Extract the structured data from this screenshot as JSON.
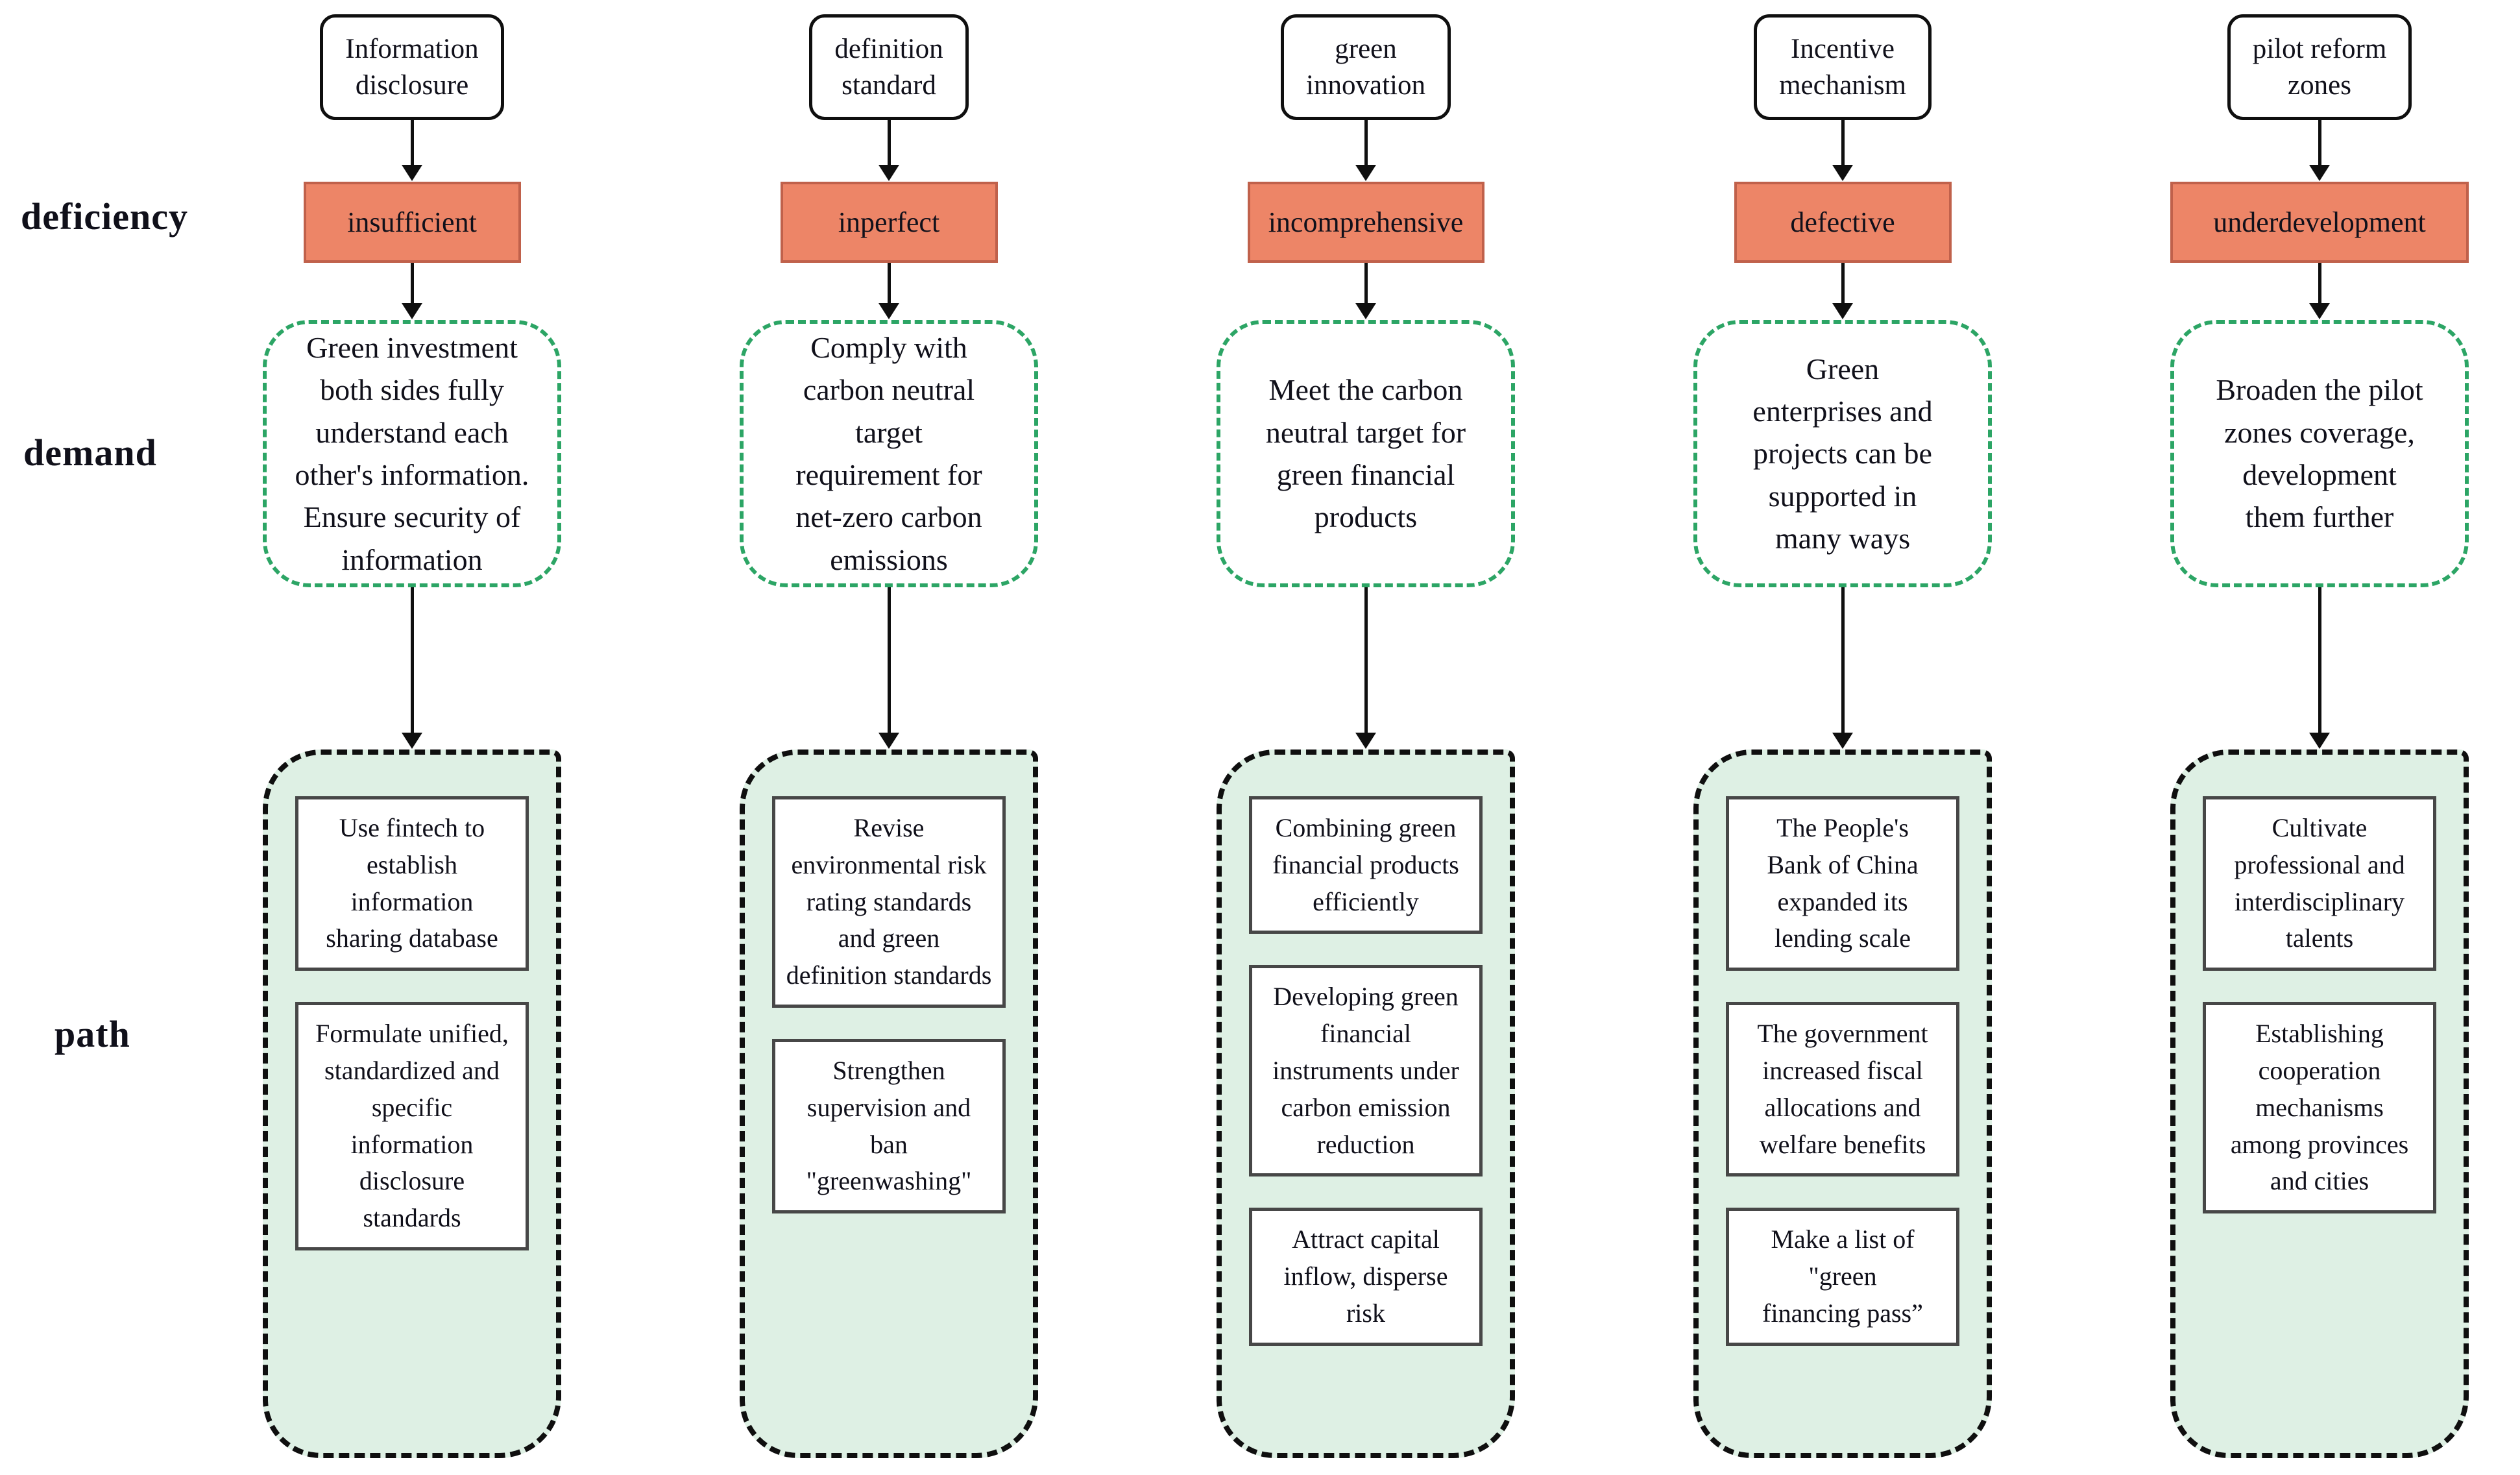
{
  "row_labels": {
    "deficiency": "deficiency",
    "demand": "demand",
    "path": "path"
  },
  "colors": {
    "deficiency_fill": "#ed8567",
    "deficiency_border": "#c0614b",
    "demand_dash_green": "#2ca565",
    "path_fill_mint": "#def0e4",
    "path_dash_black": "#0f0f0f",
    "text": "#10101a"
  },
  "columns": [
    {
      "topic": "Information\ndisclosure",
      "deficiency": "insufficient",
      "demand": "Green investment\nboth sides fully\nunderstand each\nother's information.\nEnsure security of\ninformation",
      "paths": [
        "Use fintech to\nestablish\ninformation\nsharing database",
        "Formulate unified,\nstandardized and\nspecific\ninformation\ndisclosure\nstandards"
      ]
    },
    {
      "topic": "definition\nstandard",
      "deficiency": "inperfect",
      "demand": "Comply with\ncarbon neutral\ntarget\nrequirement for\nnet-zero carbon\nemissions",
      "paths": [
        "Revise\nenvironmental risk\nrating standards\nand green\ndefinition standards",
        "Strengthen\nsupervision and\nban\n\"greenwashing\""
      ]
    },
    {
      "topic": "green\ninnovation",
      "deficiency": "incomprehensive",
      "demand": "Meet the carbon\nneutral target for\ngreen financial\nproducts",
      "paths": [
        "Combining green\nfinancial products\nefficiently",
        "Developing green\nfinancial\ninstruments under\ncarbon emission\nreduction",
        "Attract capital\ninflow, disperse\nrisk"
      ]
    },
    {
      "topic": "Incentive\nmechanism",
      "deficiency": "defective",
      "demand": "Green\nenterprises and\nprojects can be\nsupported in\nmany ways",
      "paths": [
        "The People's\nBank of China\nexpanded its\nlending scale",
        "The government\nincreased fiscal\nallocations and\nwelfare benefits",
        "Make a list of\n\"green\nfinancing pass”"
      ]
    },
    {
      "topic": "pilot reform\nzones",
      "deficiency": "underdevelopment",
      "demand": "Broaden the pilot\nzones coverage,\ndevelopment\nthem further",
      "paths": [
        "Cultivate\nprofessional and\ninterdisciplinary\ntalents",
        "Establishing\ncooperation\nmechanisms\namong provinces\nand cities"
      ]
    }
  ]
}
